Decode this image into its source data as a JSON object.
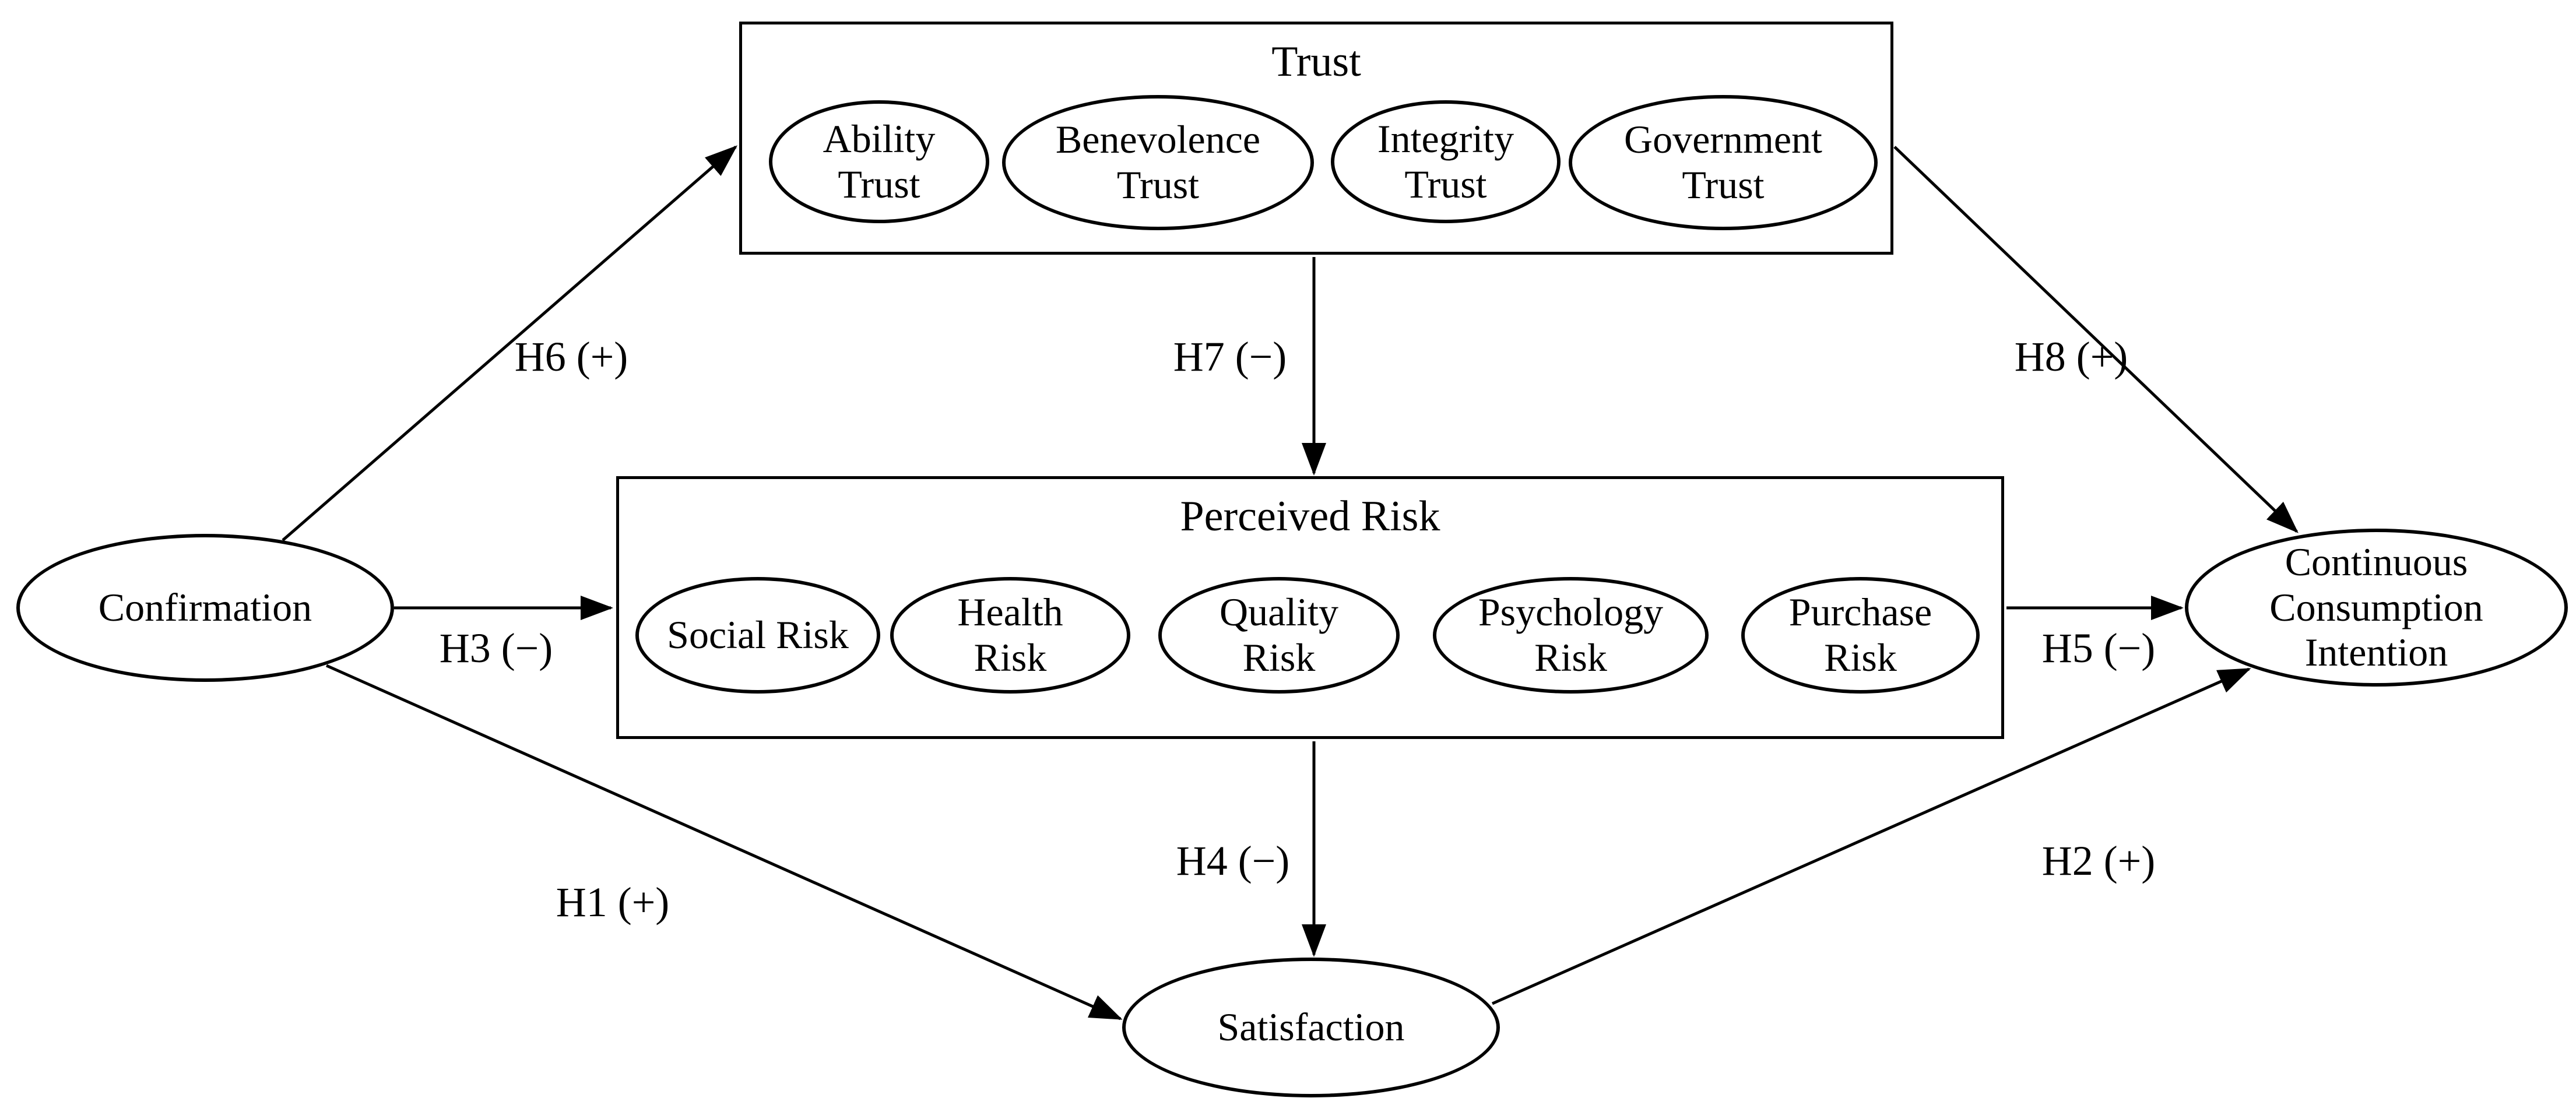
{
  "figure": {
    "type": "path-model-diagram",
    "colors": {
      "stroke": "#000000",
      "background": "#ffffff",
      "text": "#000000"
    }
  },
  "groups": {
    "trust": {
      "title": "Trust",
      "items": [
        {
          "label": "Ability Trust"
        },
        {
          "label": "Benevolence Trust"
        },
        {
          "label": "Integrity Trust"
        },
        {
          "label": "Government Trust"
        }
      ]
    },
    "risk": {
      "title": "Perceived Risk",
      "items": [
        {
          "label": "Social Risk"
        },
        {
          "label": "Health Risk"
        },
        {
          "label": "Quality Risk"
        },
        {
          "label": "Psychology Risk"
        },
        {
          "label": "Purchase Risk"
        }
      ]
    }
  },
  "nodes": {
    "confirmation": {
      "label": "Confirmation"
    },
    "satisfaction": {
      "label": "Satisfaction"
    },
    "cci": {
      "label": "Continuous Consumption Intention"
    }
  },
  "hypotheses": {
    "h1": {
      "label": "H1 (+)"
    },
    "h2": {
      "label": "H2 (+)"
    },
    "h3": {
      "label": "H3 (−)"
    },
    "h4": {
      "label": "H4 (−)"
    },
    "h5": {
      "label": "H5 (−)"
    },
    "h6": {
      "label": "H6 (+)"
    },
    "h7": {
      "label": "H7 (−)"
    },
    "h8": {
      "label": "H8 (+)"
    }
  }
}
